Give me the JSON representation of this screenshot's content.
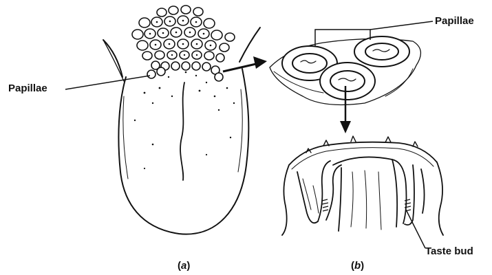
{
  "labels": {
    "papillae_left": "Papillae",
    "papillae_right": "Papillae",
    "taste_bud": "Taste bud"
  },
  "captions": {
    "a_open": "(",
    "a_letter": "a",
    "a_close": ")",
    "b_open": "(",
    "b_letter": "b",
    "b_close": ")"
  }
}
